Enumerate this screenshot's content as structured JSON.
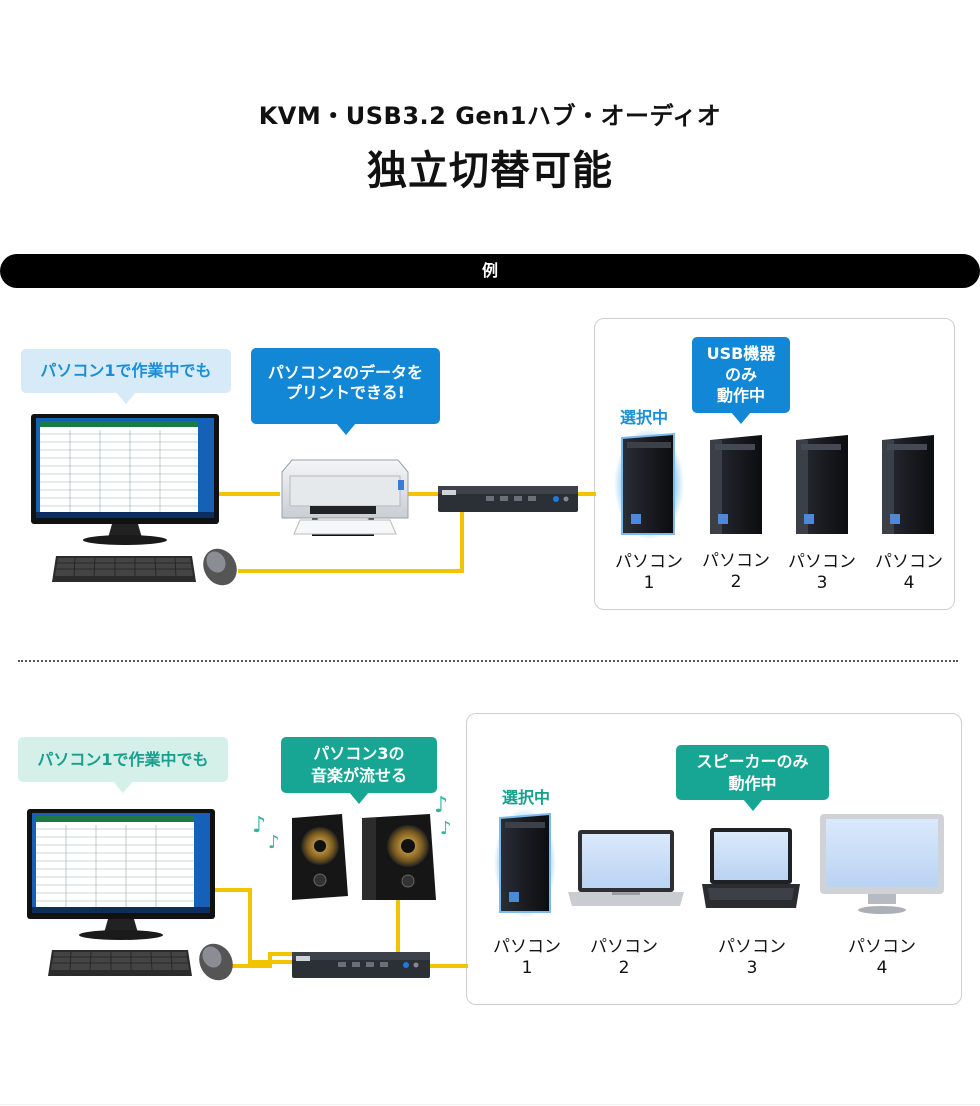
{
  "header": {
    "subtitle": "KVM・USB3.2 Gen1ハブ・オーディオ",
    "title": "独立切替可能"
  },
  "example_label": "例",
  "colors": {
    "cable": "#f2c400",
    "bubble_blue": "#1287d6",
    "bubble_light_blue": "#d6eaf8",
    "bubble_teal": "#16a693",
    "bubble_mint": "#d5efe9",
    "selected_blue": "#1b8fd6",
    "selected_teal": "#17a08d"
  },
  "example1": {
    "bubble_working": "パソコン1で作業中でも",
    "bubble_print_line1": "パソコン2のデータを",
    "bubble_print_line2": "プリントできる!",
    "bubble_usb_line1": "USB機器",
    "bubble_usb_line2": "のみ",
    "bubble_usb_line3": "動作中",
    "selected_label": "選択中",
    "pcs": [
      {
        "line1": "パソコン",
        "line2": "1"
      },
      {
        "line1": "パソコン",
        "line2": "2"
      },
      {
        "line1": "パソコン",
        "line2": "3"
      },
      {
        "line1": "パソコン",
        "line2": "4"
      }
    ]
  },
  "example2": {
    "bubble_working": "パソコン1で作業中でも",
    "bubble_audio_line1": "パソコン3の",
    "bubble_audio_line2": "音楽が流せる",
    "bubble_speaker_line1": "スピーカーのみ",
    "bubble_speaker_line2": "動作中",
    "selected_label": "選択中",
    "pcs": [
      {
        "line1": "パソコン",
        "line2": "1"
      },
      {
        "line1": "パソコン",
        "line2": "2"
      },
      {
        "line1": "パソコン",
        "line2": "3"
      },
      {
        "line1": "パソコン",
        "line2": "4"
      }
    ]
  }
}
